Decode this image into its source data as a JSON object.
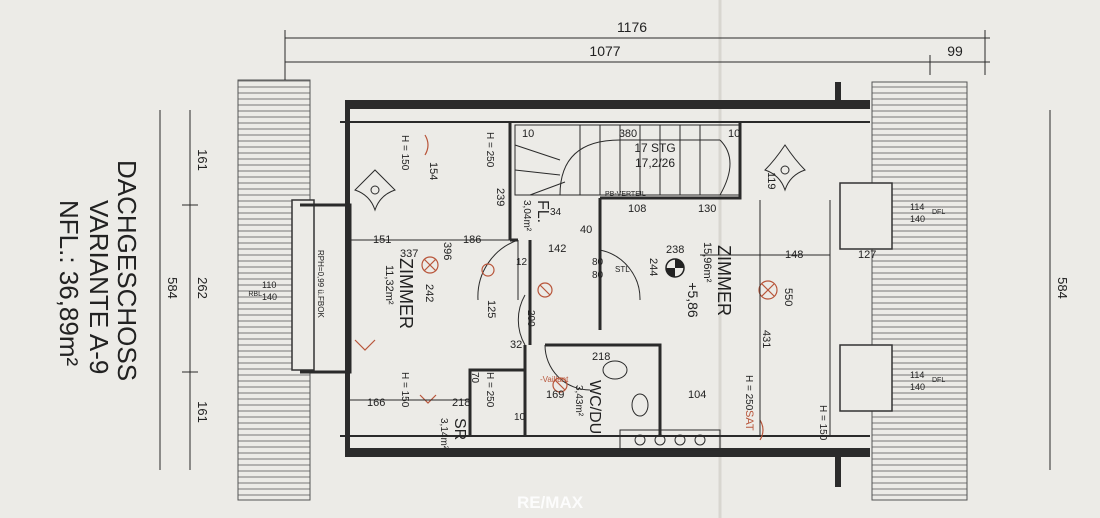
{
  "title": {
    "line1": "DACHGESCHOSS",
    "line2": "VARIANTE  A-9",
    "line3": "NFL.: 36,89m²"
  },
  "dimensions": {
    "total_width": "1176",
    "inner_width": "1077",
    "right_offset": "99",
    "left_depth": "584",
    "right_depth": "584",
    "left_seg_top": "161",
    "left_seg_mid": "262",
    "left_seg_bottom": "161"
  },
  "rooms": {
    "zimmer_left": {
      "name": "ZIMMER",
      "area": "11,32m²"
    },
    "zimmer_right": {
      "name": "ZIMMER",
      "area": "15,96m²"
    },
    "flur": {
      "name": "FL.",
      "area": "3,04m²"
    },
    "wc_du": {
      "name": "WC/DU",
      "area": "3,43m²"
    },
    "sr": {
      "name": "SR",
      "area": "3,14m²"
    }
  },
  "stairs": {
    "label": "17 STG",
    "ratio": "17,2/26",
    "width": "380",
    "left_width": "10",
    "right_width": "10"
  },
  "level": "+5,86",
  "heights": {
    "h150_a": "H = 150",
    "h250_a": "H = 250",
    "h150_b": "H = 150",
    "h250_b": "H = 250",
    "h150_c": "H = 150",
    "h250_c": "H = 250"
  },
  "measurements": {
    "m154": "154",
    "m239": "239",
    "m396": "396",
    "m186": "186",
    "m151": "151",
    "m337": "337",
    "m242": "242",
    "m166": "166",
    "m218a": "218",
    "m108": "108",
    "m130": "130",
    "m238": "238",
    "m142": "142",
    "m40": "40",
    "m148": "148",
    "m127": "127",
    "m550": "550",
    "m431": "431",
    "m119": "119",
    "m104": "104",
    "m244": "244",
    "m218b": "218",
    "m169": "169",
    "m32": "32",
    "m125": "125",
    "m80a": "80",
    "m80b": "80",
    "m200": "200",
    "m70": "70",
    "m110": "110",
    "m140": "140",
    "m114a": "114",
    "m140a": "140",
    "m114b": "114",
    "m140b": "140",
    "m12": "12",
    "m34": "34",
    "m10": "10"
  },
  "annotations": {
    "rph": "RPH=0,99 ü.FBOK",
    "rbl": "RBL",
    "dfl_a": "DFL",
    "dfl_b": "DFL",
    "stl": "STL",
    "pb_verteil": "PB-VERTEIL",
    "vaillant": "-Vaillant",
    "sat": "SAT"
  },
  "watermark": "RE/MAX"
}
